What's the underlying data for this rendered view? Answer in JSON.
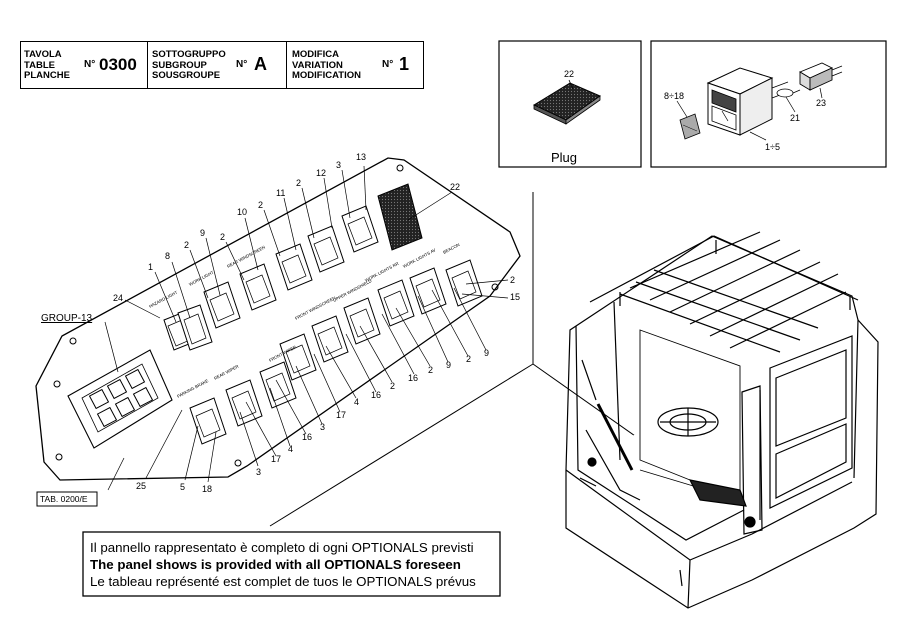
{
  "header": {
    "table_lines": [
      "TAVOLA",
      "TABLE",
      "PLANCHE"
    ],
    "table_no_prefix": "N°",
    "table_no": "0300",
    "subgroup_lines": [
      "SOTTOGRUPPO",
      "SUBGROUP",
      "SOUSGROUPE"
    ],
    "subgroup_no_prefix": "N°",
    "subgroup_no": "A",
    "variation_lines": [
      "MODIFICA",
      "VARIATION",
      "MODIFICATION"
    ],
    "variation_no_prefix": "N°",
    "variation_no": "1"
  },
  "insets": {
    "plug_label": "Plug",
    "plug_callout": "22",
    "switch_callouts": [
      "8÷18",
      "1÷5",
      "21",
      "23"
    ]
  },
  "panel": {
    "group_label": "GROUP-13",
    "tab_ref": "TAB. 0200/E",
    "callouts_top": [
      "1",
      "8",
      "24",
      "2",
      "9",
      "2",
      "10",
      "2",
      "11",
      "2",
      "12",
      "3",
      "13",
      "22",
      "2",
      "15"
    ],
    "callouts_bottom": [
      "25",
      "5",
      "18",
      "3",
      "17",
      "4",
      "16",
      "3",
      "17",
      "4",
      "16",
      "2",
      "16",
      "2",
      "9",
      "2",
      "9"
    ],
    "switch_labels": [
      "HAZARD\nLIGHT",
      "WORK LIGHT",
      "PARKING\nBRAKE",
      "REAR\nWINDSCREEN",
      "FRONT\nWIPER",
      "REAR\nWIPER",
      "FRONT\nWINDSCREEN",
      "UPPER\nWINDSHIELD",
      "WORK LIGHTS\nRR",
      "WORK LIGHTS\nAV",
      "BEACON"
    ],
    "strip_label": "BEACON"
  },
  "note": {
    "line_it": "Il pannello rappresentato è completo di ogni OPTIONALS previsti",
    "line_en": "The panel shows is provided with all OPTIONALS foreseen",
    "line_fr": "Le tableau représenté est complet de tuos le OPTIONALS prévus"
  }
}
